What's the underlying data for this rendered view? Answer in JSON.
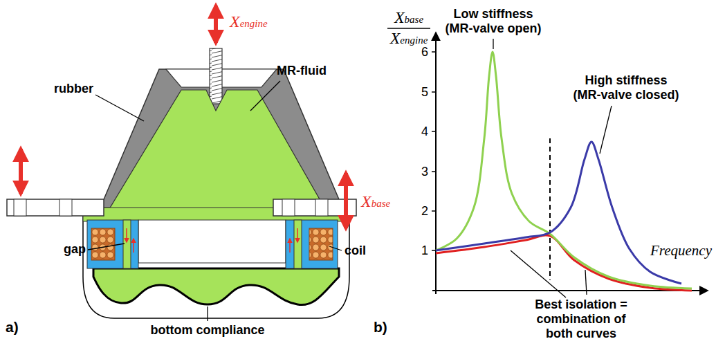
{
  "diagram": {
    "labels": [
      "rubber",
      "MR-fluid",
      "gap",
      "coil",
      "bottom compliance",
      "Xengine",
      "Xbase",
      "a)",
      "Xbase",
      "Xengine",
      "1",
      "2",
      "3",
      "4",
      "5",
      "6",
      "Low stiffness (MR-valve open)",
      "High stiffness (MR-valve closed)",
      "Frequency",
      "Best isolation = combination of both curves",
      "b)"
    ]
  }
}
